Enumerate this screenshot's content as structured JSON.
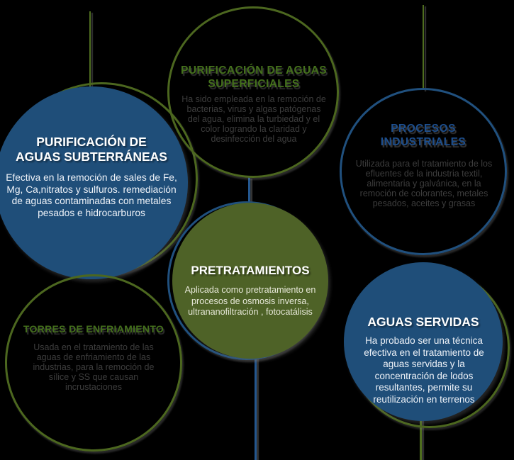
{
  "palette": {
    "background": "#000000",
    "blue_fill": "#1F4E79",
    "olive_fill": "#4E6227",
    "olive_ring": "#4C671F",
    "blue_ring": "#20507E",
    "green_title": "#44701C",
    "blue_title": "#1D4E8C",
    "dark_body_text": "#3D3D3D",
    "light_body_text": "#EEF2F8"
  },
  "nodes": {
    "superficiales": {
      "title_line1": "PURIFICACIÓN DE AGUAS",
      "title_line2": "SUPERFICIALES",
      "body": "Ha sido empleada en la remoción de bacterias, virus y algas patógenas del agua, elimina la turbiedad y el color logrando la claridad y desinfección del agua"
    },
    "subterraneas": {
      "title_line1": "PURIFICACIÓN DE",
      "title_line2": "AGUAS SUBTERRÁNEAS",
      "body": "Efectiva en la remoción de sales de Fe, Mg, Ca,nitratos y sulfuros. remediación de aguas contaminadas con metales pesados e hidrocarburos"
    },
    "industriales": {
      "title_line1": "PROCESOS",
      "title_line2": "INDUSTRIALES",
      "body": "Utilizada para el tratamiento de los efluentes de la industria textil, alimentaria y galvánica, en la remoción de colorantes, metales pesados, aceites y grasas"
    },
    "pretratamientos": {
      "title": "PRETRATAMIENTOS",
      "body": "Aplicada como pretratamiento en procesos de osmosis inversa, ultrananofiltración , fotocatálisis"
    },
    "torres": {
      "title": "TORRES DE ENFRIAMIENTO",
      "body": "Usada en el tratamiento de las aguas de enfriamiento de las industrias, para la remoción de sílice y SS que causan incrustaciones"
    },
    "servidas": {
      "title": "AGUAS SERVIDAS",
      "body": "Ha probado ser una técnica efectiva en el tratamiento de aguas servidas y la concentración de lodos resultantes, permite su reutilización en terrenos"
    }
  }
}
